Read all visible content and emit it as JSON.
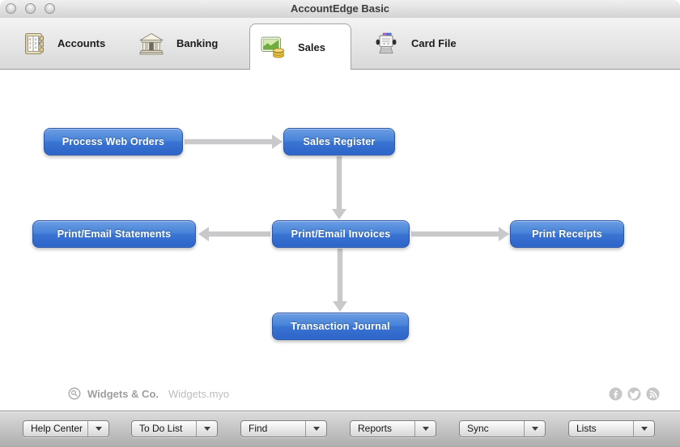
{
  "window": {
    "title": "AccountEdge Basic",
    "traffic_lights": [
      "close",
      "minimize",
      "zoom"
    ]
  },
  "tabs": [
    {
      "label": "Accounts",
      "icon": "ledger-icon",
      "active": false
    },
    {
      "label": "Banking",
      "icon": "bank-icon",
      "active": false
    },
    {
      "label": "Sales",
      "icon": "sales-chart-coins-icon",
      "active": true
    },
    {
      "label": "Card File",
      "icon": "rolodex-icon",
      "active": false
    }
  ],
  "flowchart": {
    "nodes": [
      {
        "id": "process-web-orders",
        "label": "Process Web Orders"
      },
      {
        "id": "sales-register",
        "label": "Sales Register"
      },
      {
        "id": "print-email-statements",
        "label": "Print/Email Statements"
      },
      {
        "id": "print-email-invoices",
        "label": "Print/Email Invoices"
      },
      {
        "id": "print-receipts",
        "label": "Print Receipts"
      },
      {
        "id": "transaction-journal",
        "label": "Transaction Journal"
      }
    ],
    "connections": [
      {
        "from": "process-web-orders",
        "to": "sales-register"
      },
      {
        "from": "sales-register",
        "to": "print-email-invoices"
      },
      {
        "from": "print-email-invoices",
        "to": "print-email-statements"
      },
      {
        "from": "print-email-invoices",
        "to": "print-receipts"
      },
      {
        "from": "print-email-invoices",
        "to": "transaction-journal"
      }
    ]
  },
  "footer": {
    "company": "Widgets & Co.",
    "file_name": "Widgets.myo",
    "social_icons": [
      "facebook-icon",
      "twitter-icon",
      "rss-icon"
    ]
  },
  "toolbar": {
    "buttons": [
      {
        "label": "Help Center"
      },
      {
        "label": "To Do List"
      },
      {
        "label": "Find"
      },
      {
        "label": "Reports"
      },
      {
        "label": "Sync"
      },
      {
        "label": "Lists"
      }
    ]
  },
  "colors": {
    "node_blue": "#3b74d1",
    "node_border": "#2b57ab",
    "arrow_gray": "#c9c9cc",
    "active_tab_bg": "#ffffff"
  }
}
